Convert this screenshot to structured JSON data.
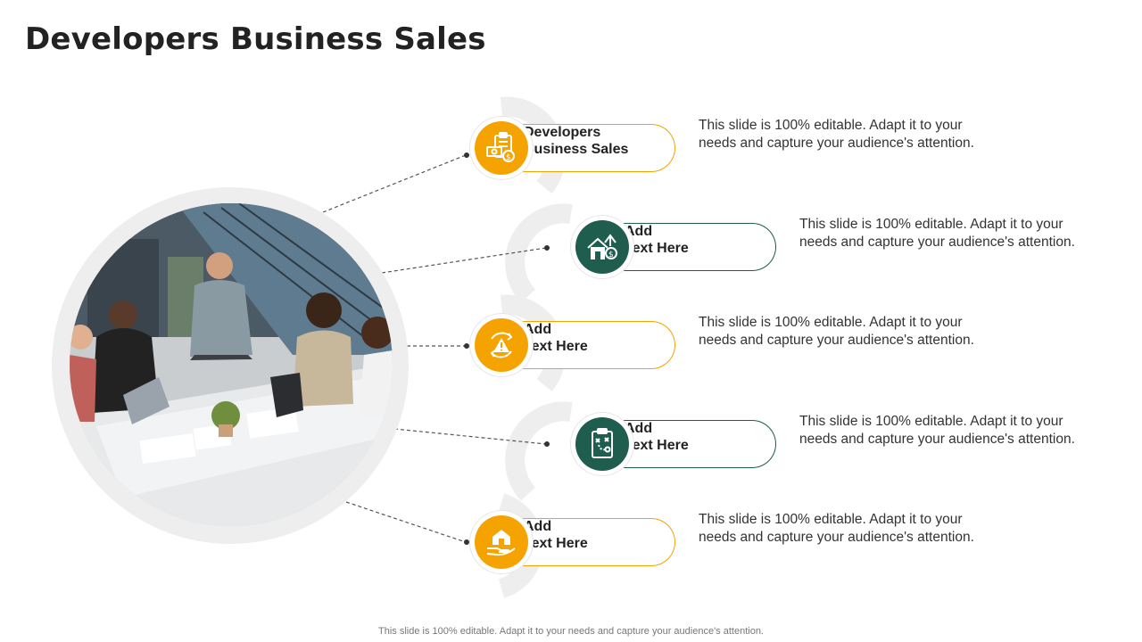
{
  "slide": {
    "title": "Developers Business Sales",
    "footer": "This slide is 100% editable. Adapt it to your needs and capture your audience's attention."
  },
  "colors": {
    "accent": "#f5a300",
    "secondary": "#1f5d4f",
    "ring": "#eeeeee"
  },
  "items": [
    {
      "label_line1": "Developers",
      "label_line2": "Business Sales",
      "icon": "clipboard-money-icon",
      "color": "orange",
      "description": "This slide is 100% editable. Adapt it to your needs and capture your audience's attention."
    },
    {
      "label_line1": "Add",
      "label_line2": "Text Here",
      "icon": "house-growth-icon",
      "color": "green",
      "description": "This slide is 100% editable. Adapt it to your needs and capture your audience's attention."
    },
    {
      "label_line1": "Add",
      "label_line2": "Text Here",
      "icon": "risk-warning-icon",
      "color": "orange",
      "description": "This slide is 100% editable. Adapt it to your needs and capture your audience's attention."
    },
    {
      "label_line1": "Add",
      "label_line2": "Text Here",
      "icon": "strategy-board-icon",
      "color": "green",
      "description": "This slide is 100% editable. Adapt it to your needs and capture your audience's attention."
    },
    {
      "label_line1": "Add",
      "label_line2": "Text Here",
      "icon": "house-in-hand-icon",
      "color": "orange",
      "description": "This slide is 100% editable. Adapt it to your needs and capture your audience's attention."
    }
  ],
  "image": {
    "subject": "team-meeting-photo"
  }
}
